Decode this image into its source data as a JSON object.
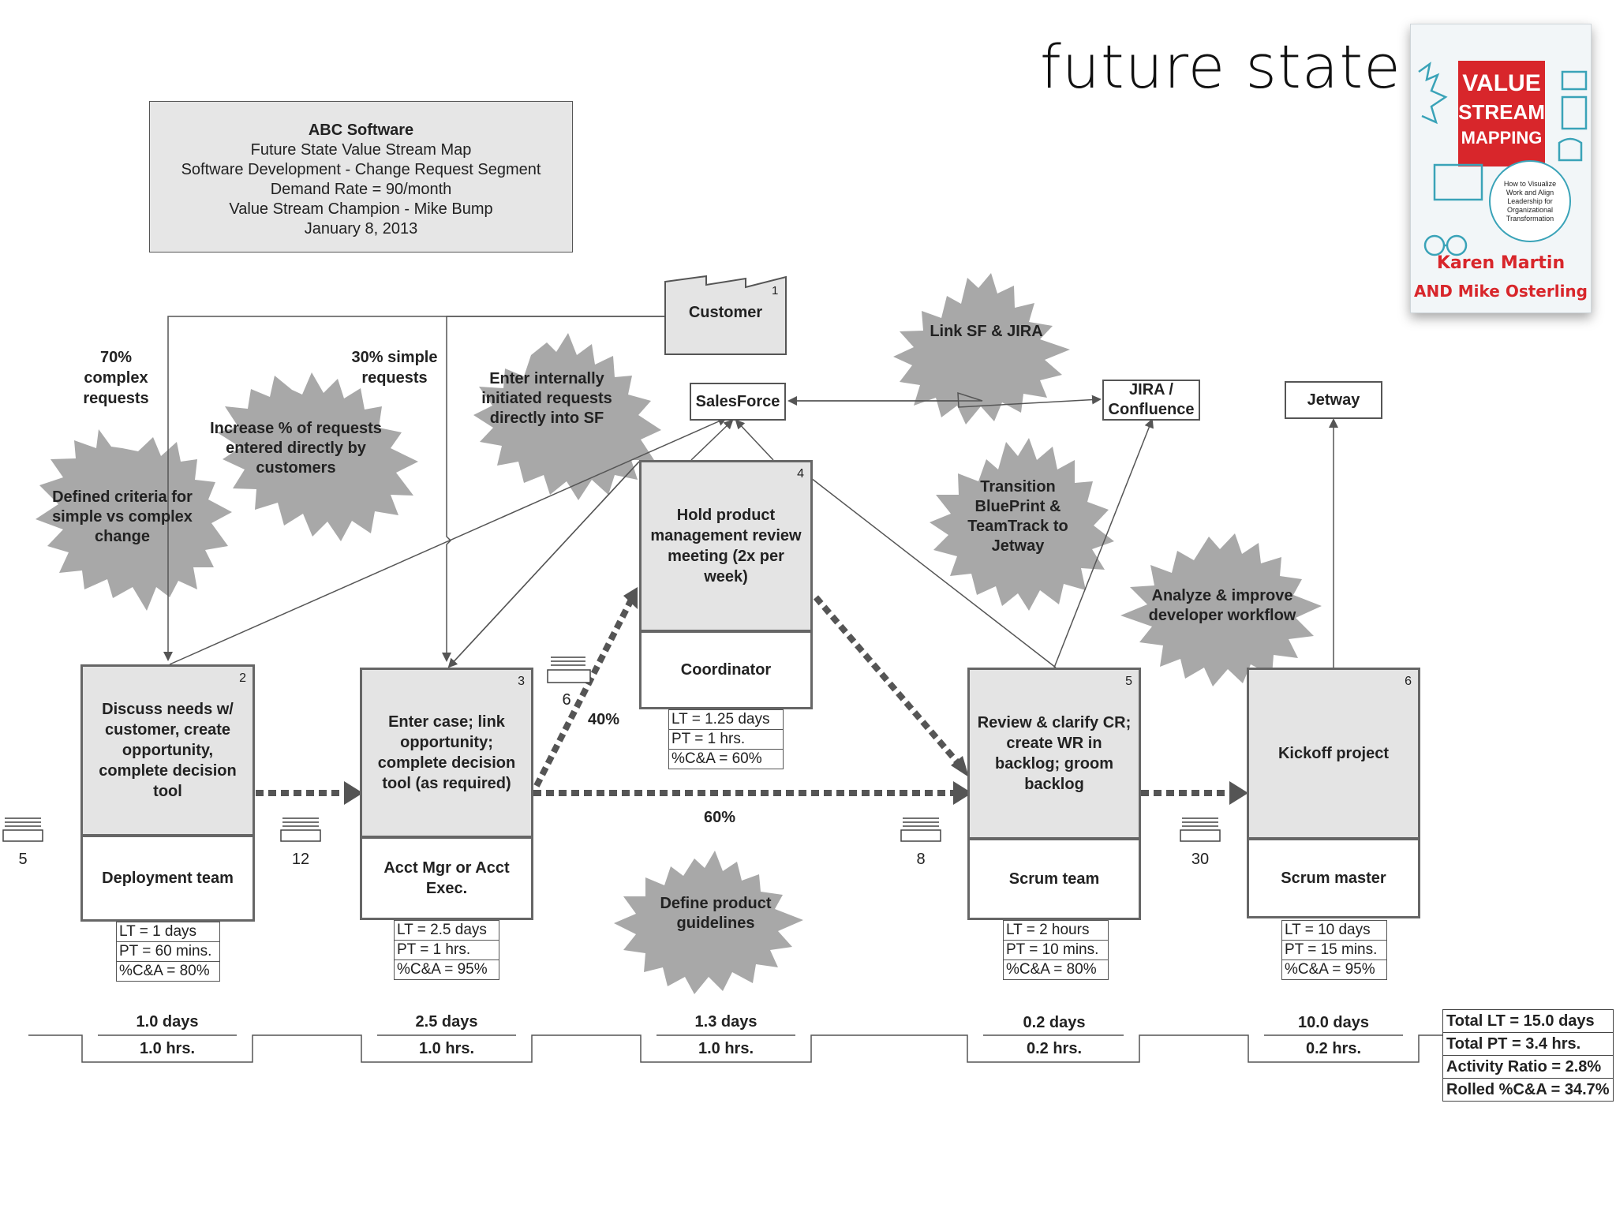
{
  "slide_title": "future state",
  "header": {
    "company": "ABC Software",
    "line1": "Future State Value Stream Map",
    "line2": "Software Development - Change Request Segment",
    "line3": "Demand Rate = 90/month",
    "line4": "Value Stream Champion - Mike Bump",
    "line5": "January 8, 2013"
  },
  "customer": {
    "label": "Customer",
    "num": "1"
  },
  "requests": {
    "complex": "70% complex requests",
    "simple": "30% simple requests"
  },
  "systems": {
    "salesforce": "SalesForce",
    "jira": "JIRA / Confluence",
    "jetway": "Jetway"
  },
  "bursts": {
    "b1": "Defined criteria for simple vs complex change",
    "b2": "Increase % of requests entered directly by customers",
    "b3": "Enter internally initiated requests directly into SF",
    "b4": "Link SF & JIRA",
    "b5": "Transition BluePrint & TeamTrack to Jetway",
    "b6": "Analyze & improve developer workflow",
    "b7": "Define product guidelines"
  },
  "processes": [
    {
      "num": "2",
      "name": "Discuss needs w/ customer, create opportunity, complete decision tool",
      "owner": "Deployment team",
      "lt": "LT = 1 days",
      "pt": "PT = 60 mins.",
      "ca": "%C&A = 80%"
    },
    {
      "num": "3",
      "name": "Enter case; link opportunity; complete decision tool (as required)",
      "owner": "Acct Mgr or Acct Exec.",
      "lt": "LT = 2.5 days",
      "pt": "PT = 1 hrs.",
      "ca": "%C&A = 95%"
    },
    {
      "num": "4",
      "name": "Hold product management review meeting (2x per week)",
      "owner": "Coordinator",
      "lt": "LT = 1.25 days",
      "pt": "PT = 1 hrs.",
      "ca": "%C&A = 60%"
    },
    {
      "num": "5",
      "name": "Review & clarify CR; create WR in backlog; groom backlog",
      "owner": "Scrum team",
      "lt": "LT = 2 hours",
      "pt": "PT = 10 mins.",
      "ca": "%C&A = 80%"
    },
    {
      "num": "6",
      "name": "Kickoff project",
      "owner": "Scrum master",
      "lt": "LT = 10 days",
      "pt": "PT = 15 mins.",
      "ca": "%C&A = 95%"
    }
  ],
  "inventory": {
    "i1": "5",
    "i2": "12",
    "i3": "6",
    "i4": "8",
    "i5": "30"
  },
  "percents": {
    "p40": "40%",
    "p60": "60%"
  },
  "timeline": [
    {
      "lt": "1.0 days",
      "pt": "1.0 hrs."
    },
    {
      "lt": "2.5 days",
      "pt": "1.0 hrs."
    },
    {
      "lt": "1.3 days",
      "pt": "1.0 hrs."
    },
    {
      "lt": "0.2 days",
      "pt": "0.2 hrs."
    },
    {
      "lt": "10.0 days",
      "pt": "0.2 hrs."
    }
  ],
  "totals": {
    "lt": "Total LT = 15.0 days",
    "pt": "Total PT = 3.4 hrs.",
    "ar": "Activity Ratio = 2.8%",
    "ca": "Rolled %C&A = 34.7%"
  },
  "book": {
    "title1": "VALUE",
    "title2": "STREAM",
    "title3": "MAPPING",
    "subtitle": "How to Visualize Work and Align Leadership for Organizational Transformation",
    "author1": "Karen Martin",
    "author2": "AND Mike Osterling"
  }
}
